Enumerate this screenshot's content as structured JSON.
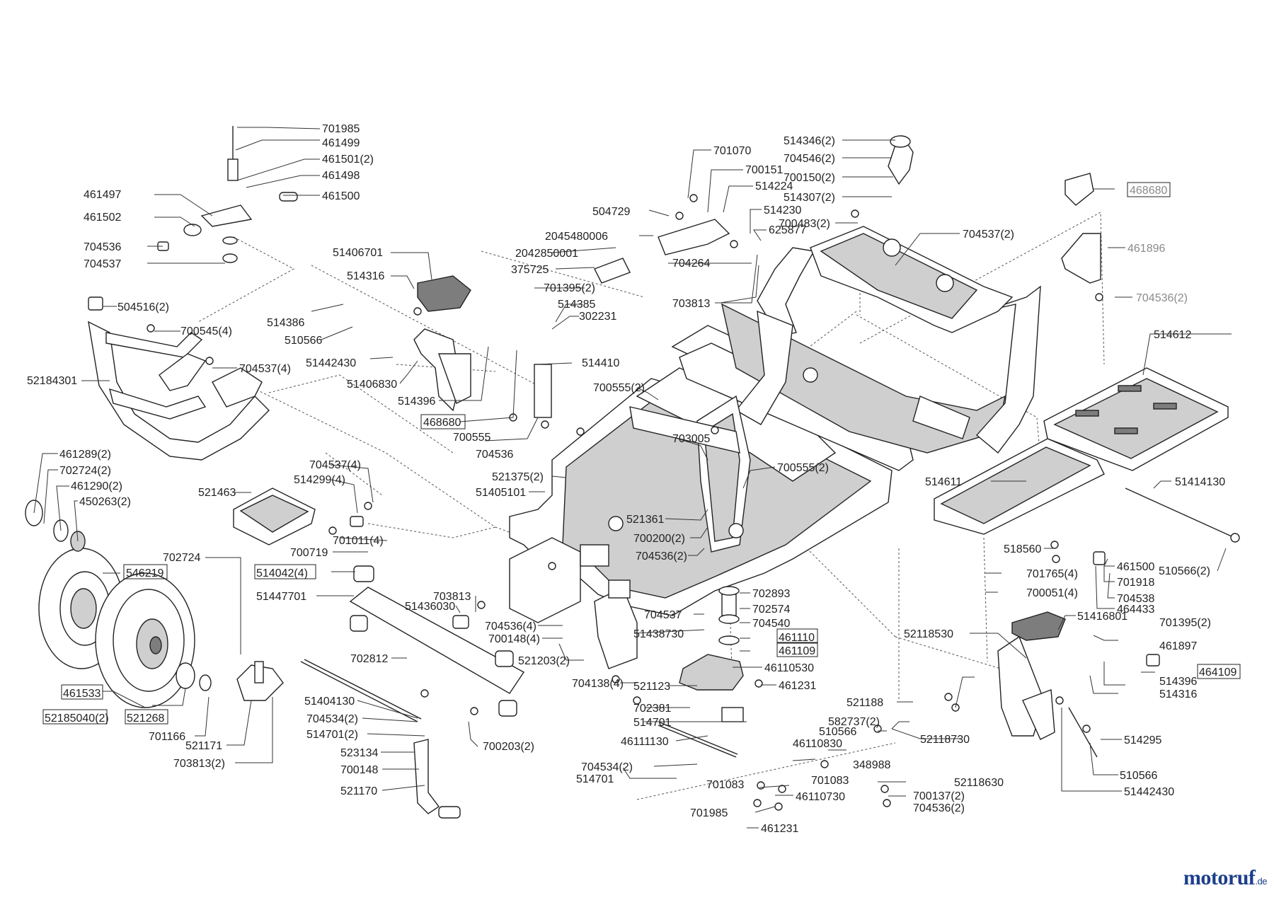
{
  "brand": {
    "logo_main": "motoruf",
    "logo_tld": ".de",
    "color_blue": "#1d3f8a",
    "color_orange": "#e8a317"
  },
  "parts": [
    {
      "id": "701985_a",
      "label": "701985"
    },
    {
      "id": "461499",
      "label": "461499"
    },
    {
      "id": "461501",
      "label": "461501(2)"
    },
    {
      "id": "461498",
      "label": "461498"
    },
    {
      "id": "461497",
      "label": "461497"
    },
    {
      "id": "461500_a",
      "label": "461500"
    },
    {
      "id": "461502",
      "label": "461502"
    },
    {
      "id": "704536_a",
      "label": "704536"
    },
    {
      "id": "704537_a",
      "label": "704537"
    },
    {
      "id": "504516",
      "label": "504516(2)"
    },
    {
      "id": "700545",
      "label": "700545(4)"
    },
    {
      "id": "704537_b",
      "label": "704537(4)"
    },
    {
      "id": "52184301",
      "label": "52184301"
    },
    {
      "id": "461289",
      "label": "461289(2)"
    },
    {
      "id": "702724_a",
      "label": "702724(2)"
    },
    {
      "id": "461290",
      "label": "461290(2)"
    },
    {
      "id": "450263",
      "label": "450263(2)"
    },
    {
      "id": "546219",
      "label": "546219"
    },
    {
      "id": "461533",
      "label": "461533"
    },
    {
      "id": "52185040",
      "label": "52185040(2)"
    },
    {
      "id": "521268",
      "label": "521268"
    },
    {
      "id": "702724_b",
      "label": "702724"
    },
    {
      "id": "701166",
      "label": "701166"
    },
    {
      "id": "521171",
      "label": "521171"
    },
    {
      "id": "703813_a",
      "label": "703813(2)"
    },
    {
      "id": "521463",
      "label": "521463"
    },
    {
      "id": "704537_c",
      "label": "704537(4)"
    },
    {
      "id": "514299",
      "label": "514299(4)"
    },
    {
      "id": "701011",
      "label": "701011(4)"
    },
    {
      "id": "700719",
      "label": "700719"
    },
    {
      "id": "514042",
      "label": "514042(4)"
    },
    {
      "id": "51447701",
      "label": "51447701"
    },
    {
      "id": "703813_b",
      "label": "703813"
    },
    {
      "id": "51436030",
      "label": "51436030"
    },
    {
      "id": "702812",
      "label": "702812"
    },
    {
      "id": "51404130",
      "label": "51404130"
    },
    {
      "id": "704534_a",
      "label": "704534(2)"
    },
    {
      "id": "514701_a",
      "label": "514701(2)"
    },
    {
      "id": "523134",
      "label": "523134"
    },
    {
      "id": "700148_a",
      "label": "700148"
    },
    {
      "id": "521170",
      "label": "521170"
    },
    {
      "id": "700203",
      "label": "700203(2)"
    },
    {
      "id": "51406701",
      "label": "51406701"
    },
    {
      "id": "514316_a",
      "label": "514316"
    },
    {
      "id": "514386",
      "label": "514386"
    },
    {
      "id": "510566_a",
      "label": "510566"
    },
    {
      "id": "51442430_a",
      "label": "51442430"
    },
    {
      "id": "51406830",
      "label": "51406830"
    },
    {
      "id": "514396_a",
      "label": "514396"
    },
    {
      "id": "468680_a",
      "label": "468680"
    },
    {
      "id": "700555_a",
      "label": "700555"
    },
    {
      "id": "704536_b",
      "label": "704536"
    },
    {
      "id": "504729",
      "label": "504729"
    },
    {
      "id": "2045480006",
      "label": "2045480006"
    },
    {
      "id": "2042850001",
      "label": "2042850001"
    },
    {
      "id": "375725",
      "label": "375725"
    },
    {
      "id": "701395_a",
      "label": "701395(2)"
    },
    {
      "id": "514385",
      "label": "514385"
    },
    {
      "id": "302231",
      "label": "302231"
    },
    {
      "id": "514410",
      "label": "514410"
    },
    {
      "id": "701070",
      "label": "701070"
    },
    {
      "id": "700151",
      "label": "700151"
    },
    {
      "id": "514224",
      "label": "514224"
    },
    {
      "id": "514230",
      "label": "514230"
    },
    {
      "id": "625877",
      "label": "625877"
    },
    {
      "id": "704264",
      "label": "704264"
    },
    {
      "id": "703813_c",
      "label": "703813"
    },
    {
      "id": "700555_b",
      "label": "700555(2)"
    },
    {
      "id": "703005",
      "label": "703005"
    },
    {
      "id": "521375",
      "label": "521375(2)"
    },
    {
      "id": "51405101",
      "label": "51405101"
    },
    {
      "id": "700555_c",
      "label": "700555(2)"
    },
    {
      "id": "521361",
      "label": "521361"
    },
    {
      "id": "700200",
      "label": "700200(2)"
    },
    {
      "id": "704536_c",
      "label": "704536(2)"
    },
    {
      "id": "514346",
      "label": "514346(2)"
    },
    {
      "id": "704546",
      "label": "704546(2)"
    },
    {
      "id": "700150",
      "label": "700150(2)"
    },
    {
      "id": "514307",
      "label": "514307(2)"
    },
    {
      "id": "700483",
      "label": "700483(2)"
    },
    {
      "id": "704537_d",
      "label": "704537(2)"
    },
    {
      "id": "468680_b",
      "label": "468680"
    },
    {
      "id": "461896",
      "label": "461896"
    },
    {
      "id": "704536_d",
      "label": "704536(2)"
    },
    {
      "id": "514612",
      "label": "514612"
    },
    {
      "id": "514611",
      "label": "514611"
    },
    {
      "id": "51414130",
      "label": "51414130"
    },
    {
      "id": "518560",
      "label": "518560"
    },
    {
      "id": "461500_b",
      "label": "461500"
    },
    {
      "id": "510566_b",
      "label": "510566(2)"
    },
    {
      "id": "701918",
      "label": "701918"
    },
    {
      "id": "704538",
      "label": "704538"
    },
    {
      "id": "464433",
      "label": "464433"
    },
    {
      "id": "701765",
      "label": "701765(4)"
    },
    {
      "id": "700051",
      "label": "700051(4)"
    },
    {
      "id": "702893",
      "label": "702893"
    },
    {
      "id": "702574",
      "label": "702574"
    },
    {
      "id": "704540",
      "label": "704540"
    },
    {
      "id": "461110",
      "label": "461110"
    },
    {
      "id": "461109",
      "label": "461109"
    },
    {
      "id": "704537_e",
      "label": "704537"
    },
    {
      "id": "51438730",
      "label": "51438730"
    },
    {
      "id": "46110530",
      "label": "46110530"
    },
    {
      "id": "704536_e",
      "label": "704536(4)"
    },
    {
      "id": "700148_b",
      "label": "700148(4)"
    },
    {
      "id": "521203",
      "label": "521203(2)"
    },
    {
      "id": "704138",
      "label": "704138(4)"
    },
    {
      "id": "521123",
      "label": "521123"
    },
    {
      "id": "461231_a",
      "label": "461231"
    },
    {
      "id": "702381",
      "label": "702381"
    },
    {
      "id": "514701_b",
      "label": "514701"
    },
    {
      "id": "46111130",
      "label": "46111130"
    },
    {
      "id": "704534_b",
      "label": "704534(2)"
    },
    {
      "id": "514701_c",
      "label": "514701"
    },
    {
      "id": "46110830",
      "label": "46110830"
    },
    {
      "id": "510566_c",
      "label": "510566"
    },
    {
      "id": "348988",
      "label": "348988"
    },
    {
      "id": "701083_a",
      "label": "701083"
    },
    {
      "id": "701083_b",
      "label": "701083"
    },
    {
      "id": "46110730",
      "label": "46110730"
    },
    {
      "id": "701985_b",
      "label": "701985"
    },
    {
      "id": "461231_b",
      "label": "461231"
    },
    {
      "id": "521188",
      "label": "521188"
    },
    {
      "id": "582737",
      "label": "582737(2)"
    },
    {
      "id": "52118730",
      "label": "52118730"
    },
    {
      "id": "52118630",
      "label": "52118630"
    },
    {
      "id": "700137",
      "label": "700137(2)"
    },
    {
      "id": "704536_f",
      "label": "704536(2)"
    },
    {
      "id": "52118530",
      "label": "52118530"
    },
    {
      "id": "51416801",
      "label": "51416801"
    },
    {
      "id": "701395_b",
      "label": "701395(2)"
    },
    {
      "id": "461897",
      "label": "461897"
    },
    {
      "id": "464109",
      "label": "464109"
    },
    {
      "id": "514396_b",
      "label": "514396"
    },
    {
      "id": "514316_b",
      "label": "514316"
    },
    {
      "id": "514295",
      "label": "514295"
    },
    {
      "id": "510566_d",
      "label": "510566"
    },
    {
      "id": "51442430_b",
      "label": "51442430"
    }
  ]
}
